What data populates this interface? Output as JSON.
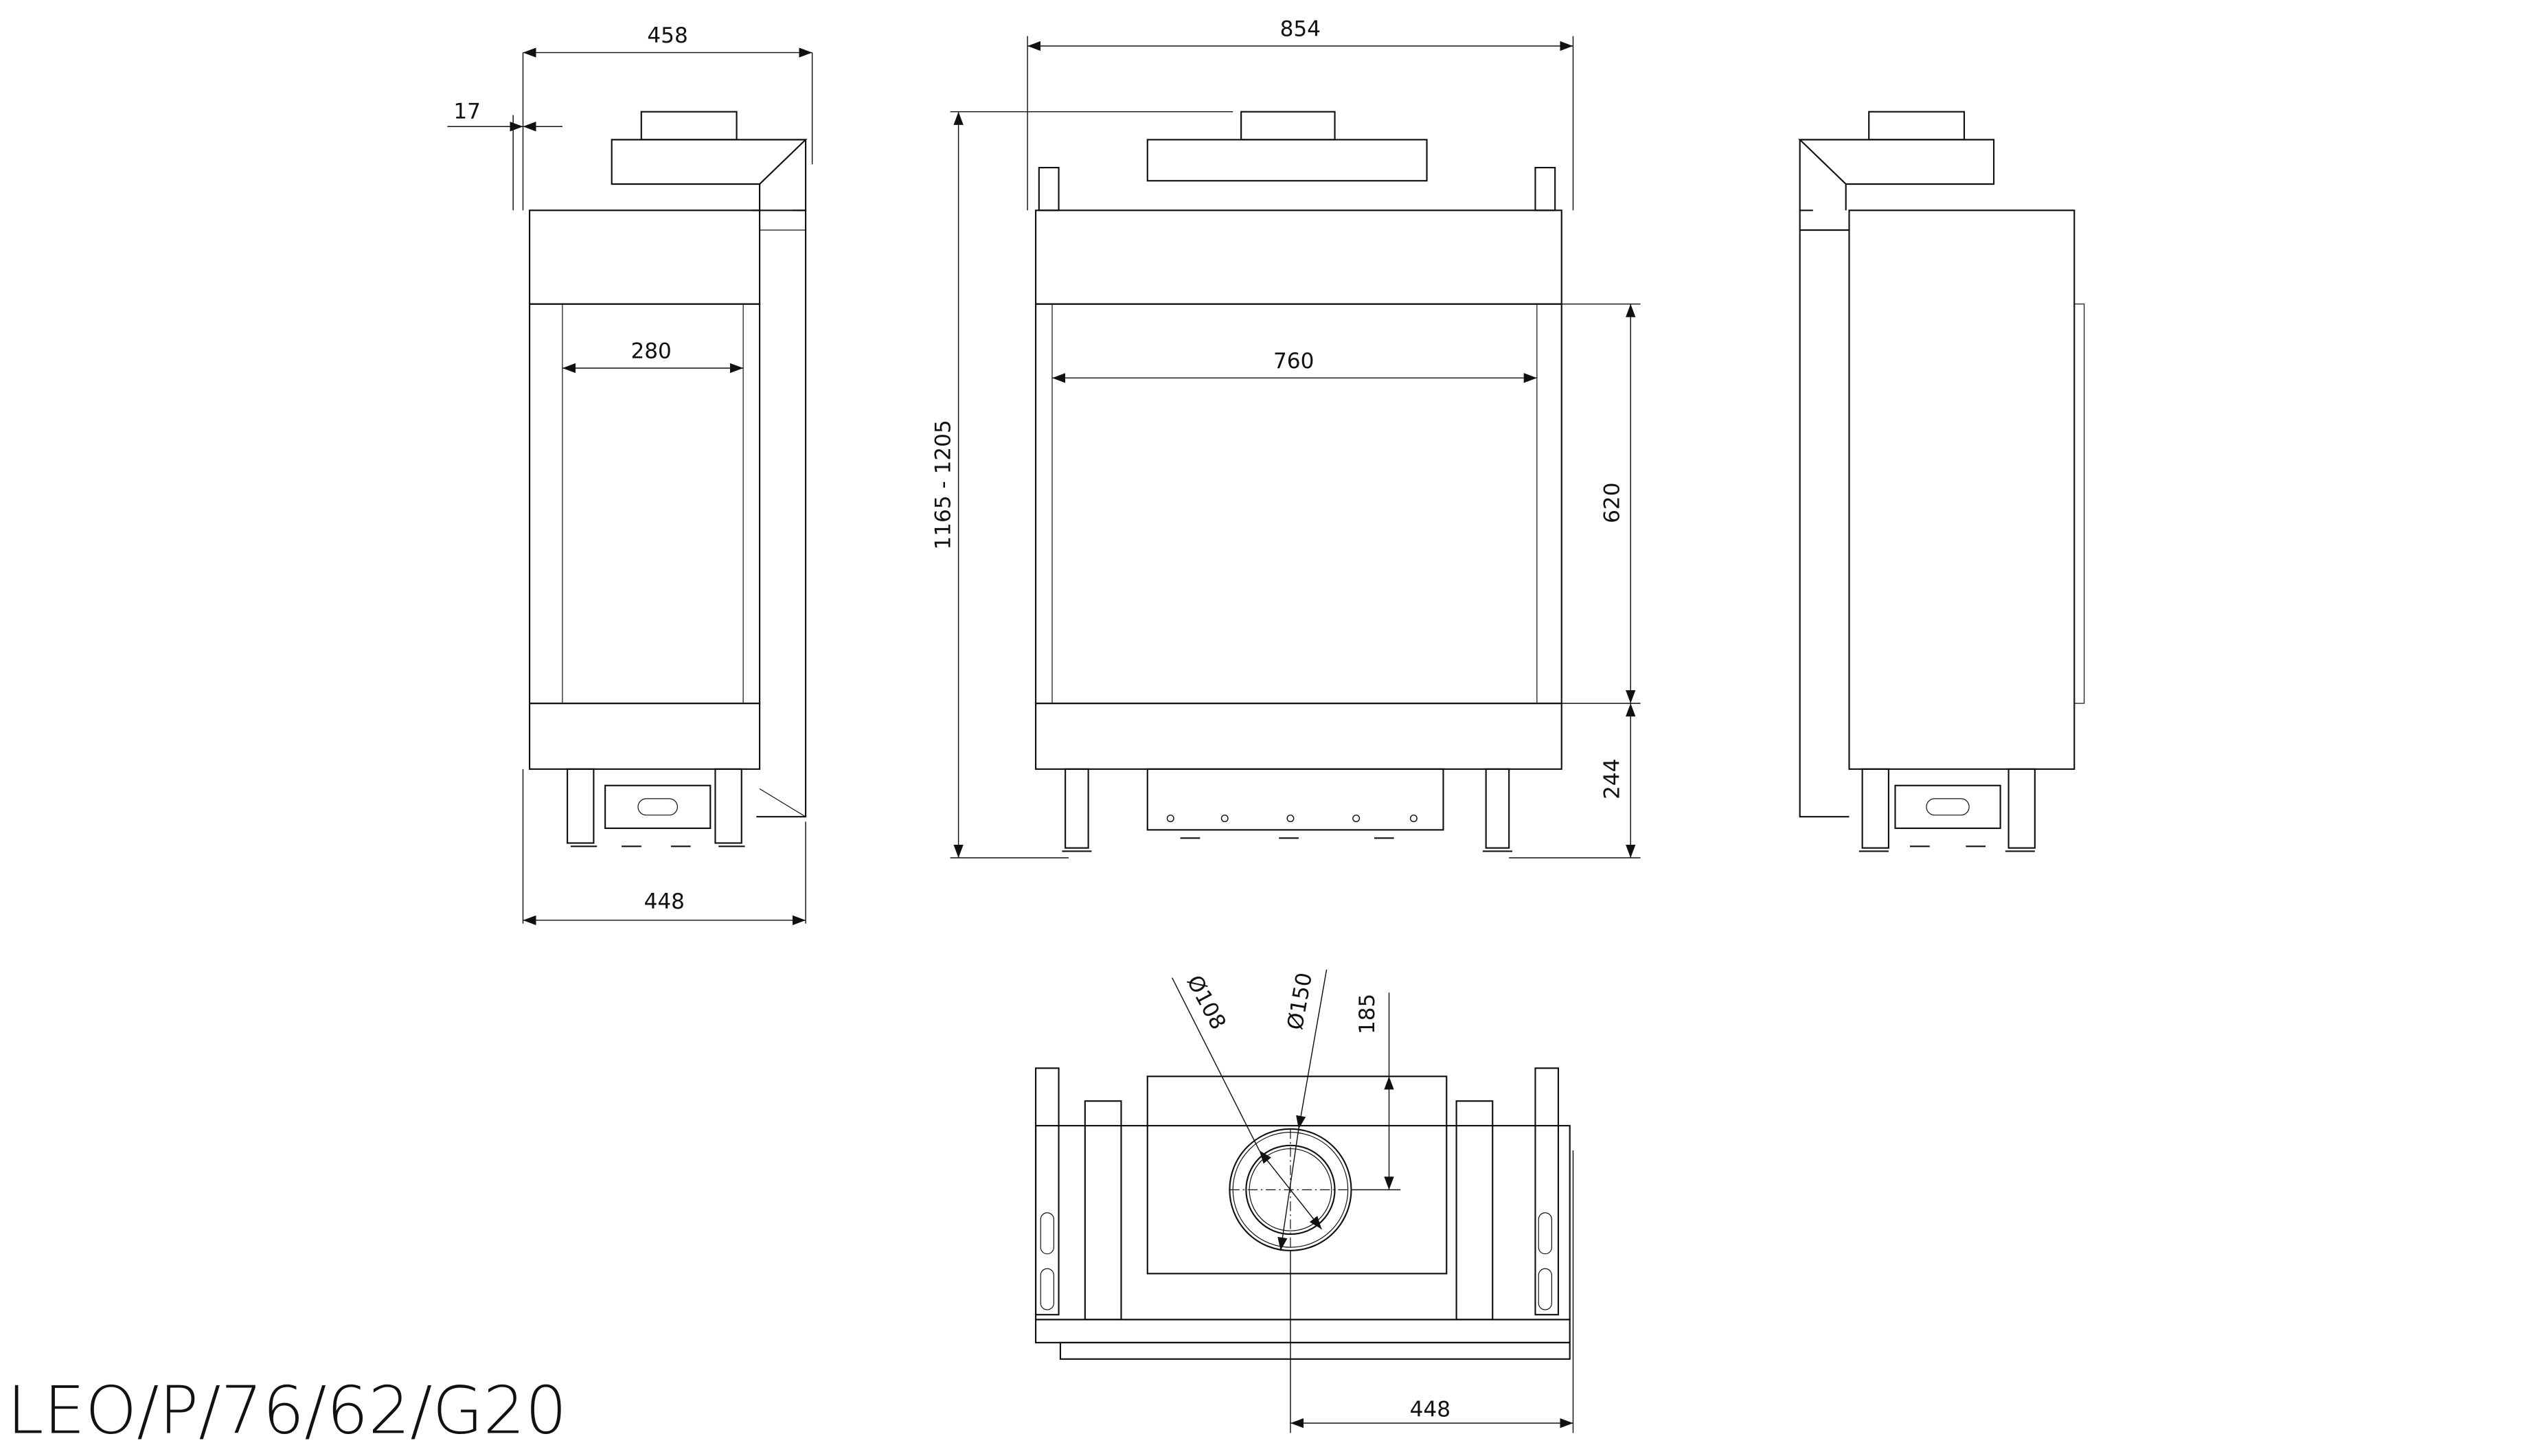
{
  "title": "LEO/P/76/62/G20",
  "dimensions": {
    "side_depth_top": "458",
    "side_offset": "17",
    "side_glass_width": "280",
    "side_depth_bottom": "448",
    "front_width": "854",
    "front_glass_width": "760",
    "front_height_range": "1165 - 1205",
    "front_glass_height": "620",
    "front_base_height": "244",
    "top_flue_inner_diameter": "Ø108",
    "top_flue_outer_diameter": "Ø150",
    "top_flue_offset": "185",
    "top_depth": "448"
  },
  "colors": {
    "line": "#111111",
    "background": "#ffffff"
  }
}
